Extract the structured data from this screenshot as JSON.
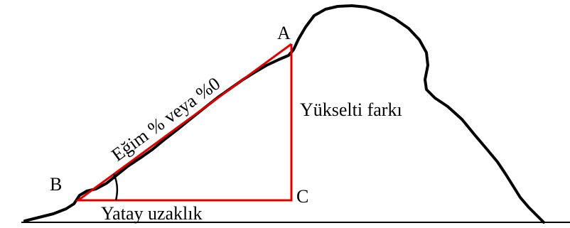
{
  "diagram": {
    "labels": {
      "point_a": "A",
      "point_b": "B",
      "point_c": "C",
      "slope": "Eğim % veya %0",
      "vertical": "Yükselti farkı",
      "horizontal": "Yatay uzaklık"
    },
    "colors": {
      "terrain": "#000000",
      "triangle": "#e00000",
      "text": "#000000",
      "background": "#ffffff"
    }
  }
}
